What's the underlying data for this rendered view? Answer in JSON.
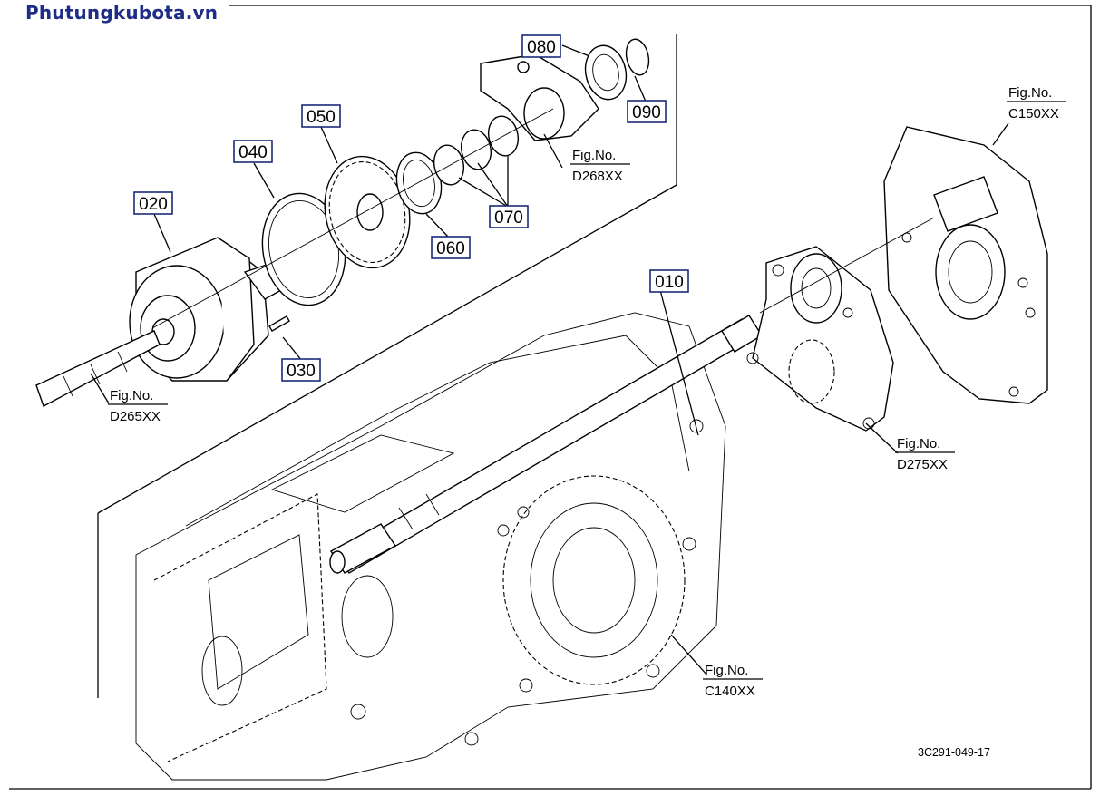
{
  "site_brand": "Phutungkubota.vn",
  "drawing_ref": "3C291-049-17",
  "callouts": {
    "p010": "010",
    "p020": "020",
    "p030": "030",
    "p040": "040",
    "p050": "050",
    "p060": "060",
    "p070": "070",
    "p080": "080",
    "p090": "090"
  },
  "figure_refs": {
    "d265": {
      "fig": "Fig.No.",
      "code": "D265XX"
    },
    "d268": {
      "fig": "Fig.No.",
      "code": "D268XX"
    },
    "c150": {
      "fig": "Fig.No.",
      "code": "C150XX"
    },
    "d275": {
      "fig": "Fig.No.",
      "code": "D275XX"
    },
    "c140": {
      "fig": "Fig.No.",
      "code": "C140XX"
    }
  },
  "colors": {
    "brand": "#1f2d86",
    "callout_border": "#1c2a7a",
    "line": "#000000"
  }
}
